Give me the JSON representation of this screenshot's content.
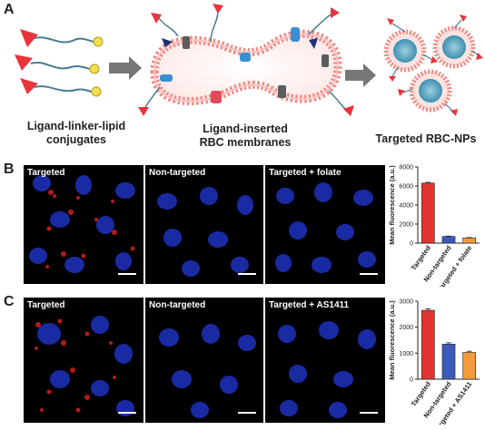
{
  "panels": {
    "A": {
      "letter": "A",
      "captions": {
        "conjugates_line1": "Ligand-linker-lipid",
        "conjugates_line2": "conjugates",
        "membranes_line1": "Ligand-inserted",
        "membranes_line2": "RBC membranes",
        "nps": "Targeted RBC-NPs"
      }
    },
    "B": {
      "letter": "B",
      "images": [
        {
          "label": "Targeted"
        },
        {
          "label": "Non-targeted"
        },
        {
          "label": "Targeted + folate"
        }
      ]
    },
    "C": {
      "letter": "C",
      "images": [
        {
          "label": "Targeted"
        },
        {
          "label": "Non-targeted"
        },
        {
          "label": "Targeted + AS1411"
        }
      ]
    }
  },
  "chart_data": [
    {
      "type": "bar",
      "panel": "B",
      "categories": [
        "Targeted",
        "Non-targeted",
        "Targeted + folate"
      ],
      "values": [
        6300,
        700,
        550
      ],
      "errors": [
        80,
        40,
        40
      ],
      "colors": [
        "#e3342f",
        "#3c5bb8",
        "#f39a3c"
      ],
      "ylabel": "Mean fluorescence (a.u.)",
      "ylim": [
        0,
        8000
      ],
      "yticks": [
        0,
        2000,
        4000,
        6000,
        8000
      ]
    },
    {
      "type": "bar",
      "panel": "C",
      "categories": [
        "Targeted",
        "Non-targeted",
        "Targeted + AS1411"
      ],
      "values": [
        2650,
        1350,
        1030
      ],
      "errors": [
        60,
        50,
        45
      ],
      "colors": [
        "#e3342f",
        "#3c5bb8",
        "#f39a3c"
      ],
      "ylabel": "Mean fluorescence (a.u.)",
      "ylim": [
        0,
        3000
      ],
      "yticks": [
        0,
        1000,
        2000,
        3000
      ]
    }
  ]
}
